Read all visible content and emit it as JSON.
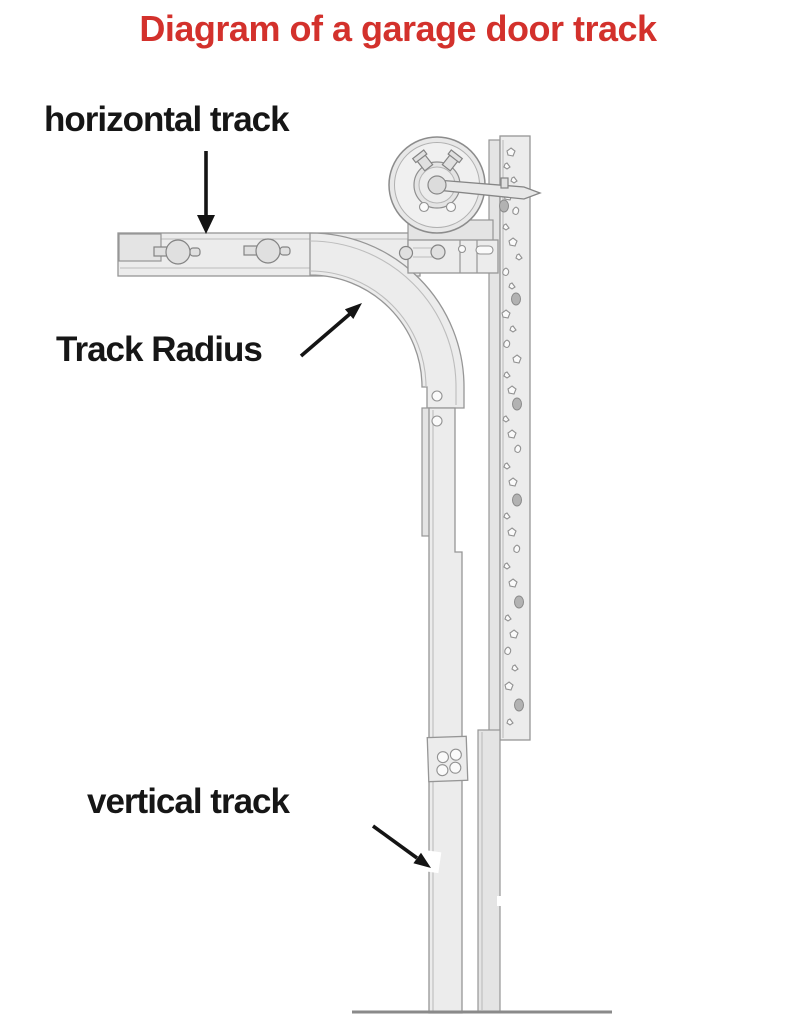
{
  "title": {
    "text": "Diagram of a garage door track",
    "color": "#d3312c"
  },
  "labels": {
    "horizontal_track": "horizontal track",
    "track_radius": "Track Radius",
    "vertical_track": "vertical track"
  },
  "diagram_colors": {
    "annotation_ink": "#141414",
    "drawing_line": "#969696",
    "drawing_fill": "#ececec"
  }
}
